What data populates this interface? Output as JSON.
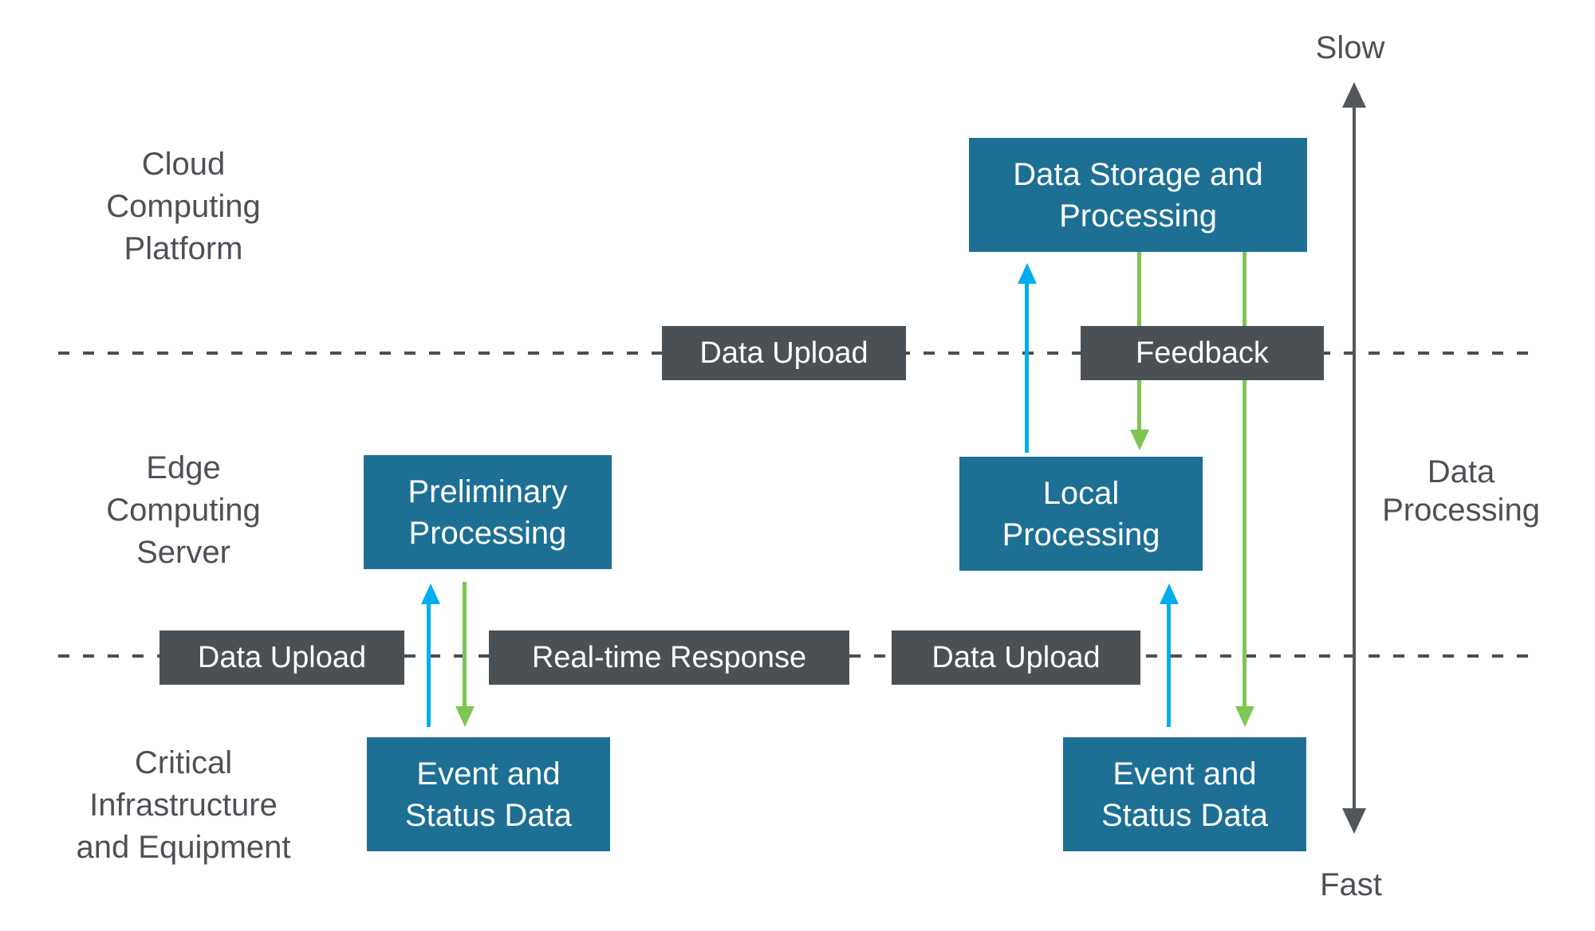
{
  "diagram": {
    "layers": {
      "cloud": "Cloud\nComputing\nPlatform",
      "edge": "Edge\nComputing\nServer",
      "infrastructure": "Critical\nInfrastructure\nand Equipment"
    },
    "nodes": {
      "data_storage": "Data Storage and\nProcessing",
      "preliminary": "Preliminary\nProcessing",
      "local": "Local\nProcessing",
      "event_left": "Event and\nStatus Data",
      "event_right": "Event and\nStatus Data"
    },
    "flows": {
      "upload_top": "Data Upload",
      "feedback": "Feedback",
      "upload_bottom_left": "Data Upload",
      "realtime_response": "Real-time Response",
      "upload_bottom_right": "Data Upload"
    },
    "axis": {
      "top": "Slow",
      "bottom": "Fast",
      "label": "Data\nProcessing"
    },
    "colors": {
      "node_fill": "#1d6f94",
      "flow_label_fill": "#4b5055",
      "upload_arrow_cyan": "#00aeef",
      "feedback_arrow_green": "#7dc654",
      "text_gray": "#4d5156"
    }
  }
}
